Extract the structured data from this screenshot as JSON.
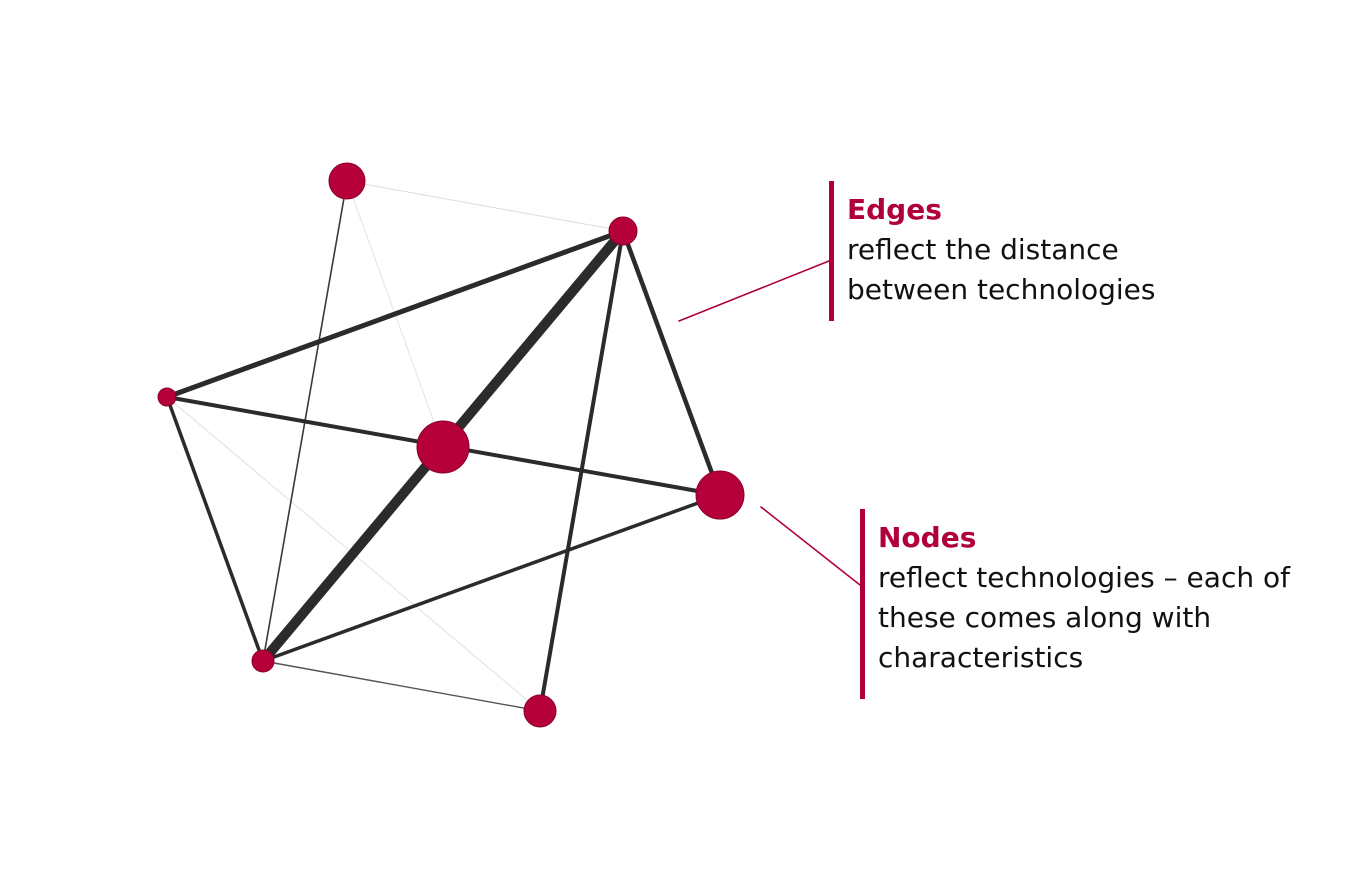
{
  "colors": {
    "node": "#b5003a",
    "edge": "#2b2b2b",
    "accent": "#b0003a"
  },
  "callouts": {
    "edges": {
      "title": "Edges",
      "text": "reflect the distance\nbetween technologies"
    },
    "nodes": {
      "title": "Nodes",
      "text": "reflect technologies – each of\nthese comes along with\ncharacteristics"
    }
  }
}
